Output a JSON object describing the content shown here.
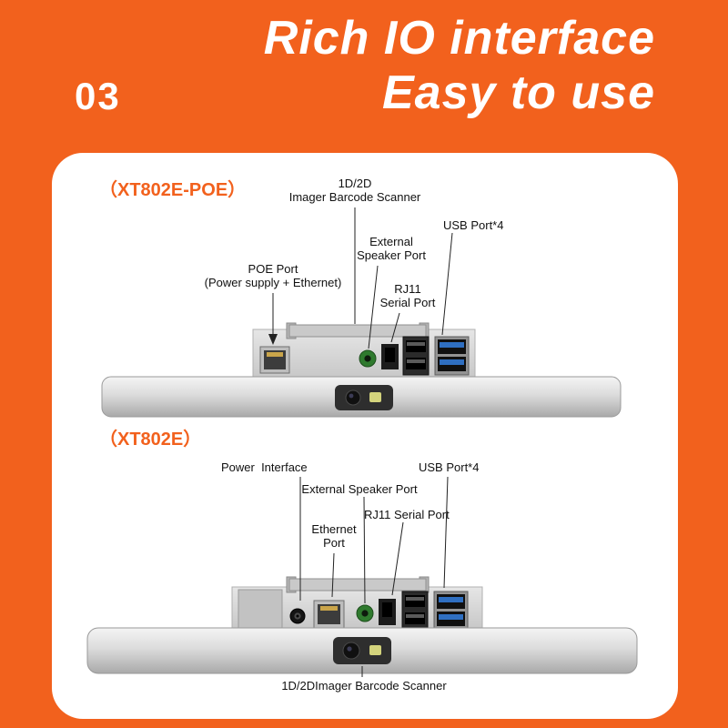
{
  "header": {
    "section_number": "03",
    "title_line1": "Rich IO interface",
    "title_line2": "Easy to use"
  },
  "colors": {
    "background_orange": "#F2611D",
    "panel_white": "#FFFFFF",
    "model_title_orange": "#F2611D",
    "label_text": "#111111",
    "usb3_blue": "#2F6FC1",
    "audio_jack_green": "#2F7A2E",
    "device_silver": "#D9D9D9"
  },
  "device1": {
    "model": "（XT802E-POE）",
    "labels": {
      "barcode_line1": "1D/2D",
      "barcode_line2": "Imager Barcode Scanner",
      "usb": "USB Port*4",
      "speaker_line1": "External",
      "speaker_line2": "Speaker Port",
      "rj11_line1": "RJ11",
      "rj11_line2": "Serial Port",
      "poe_line1": "POE Port",
      "poe_line2": "(Power supply + Ethernet)"
    }
  },
  "device2": {
    "model": "（XT802E）",
    "labels": {
      "power": "Power  Interface",
      "speaker": "External Speaker Port",
      "usb": "USB Port*4",
      "rj11": "RJ11 Serial Port",
      "ethernet_line1": "Ethernet",
      "ethernet_line2": "Port",
      "barcode": "1D/2DImager Barcode Scanner"
    }
  }
}
